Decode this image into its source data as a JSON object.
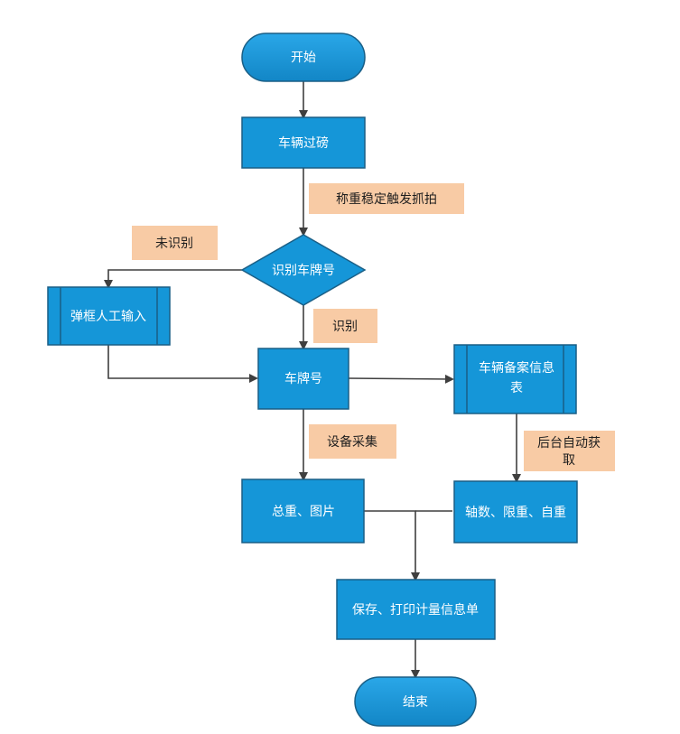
{
  "nodes": {
    "start": "开始",
    "vehicle_on_scale": "车辆过磅",
    "recognize_plate": "识别车牌号",
    "manual_input": "弹框人工输入",
    "plate_number": "车牌号",
    "vehicle_record_table_line1": "车辆备案信息",
    "vehicle_record_table_line2": "表",
    "weight_image": "总重、图片",
    "axle_limit_tare": "轴数、限重、自重",
    "save_print": "保存、打印计量信息单",
    "end": "结束"
  },
  "notes": {
    "stable_weight_capture": "称重稳定触发抓拍",
    "not_recognized": "未识别",
    "recognized": "识别",
    "device_collect": "设备采集",
    "auto_fetch_line1": "后台自动获",
    "auto_fetch_line2": "取"
  },
  "colors": {
    "node_fill": "#1596d8",
    "node_stroke": "#1a5f86",
    "note_fill": "#f8cba5",
    "edge": "#3f3f3f"
  }
}
